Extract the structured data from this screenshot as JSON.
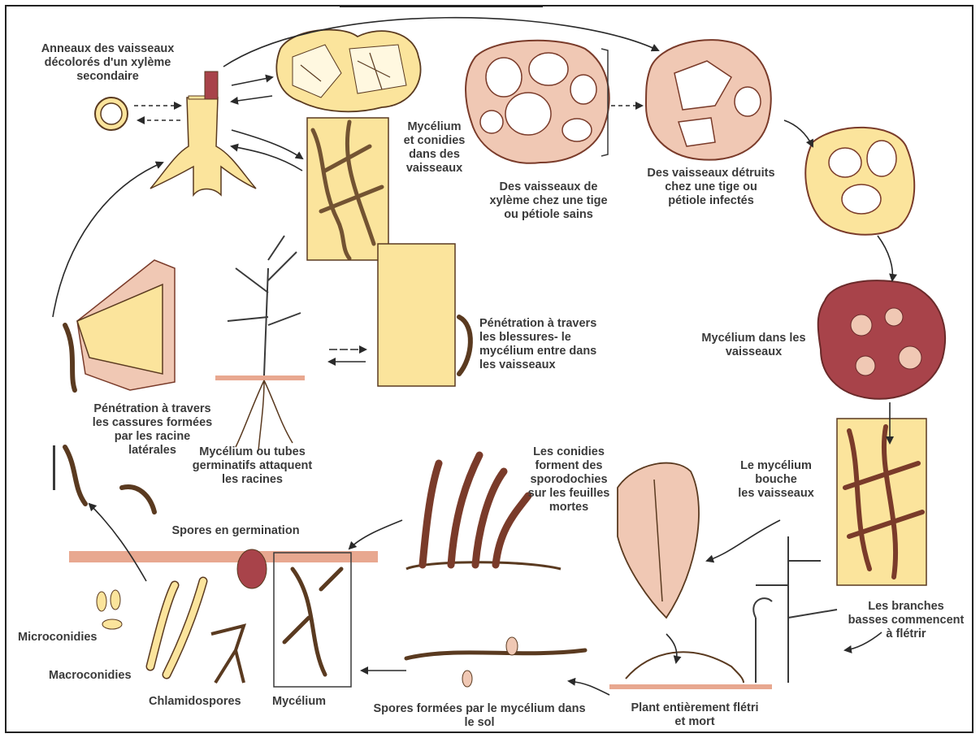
{
  "colors": {
    "cell_fill": "#f0c8b4",
    "cell_stroke": "#7a3b2a",
    "infected_fill": "#a8434a",
    "stem_fill": "#fbe49c",
    "soil": "#e8a890",
    "ink": "#3a3a3a"
  },
  "labels": {
    "rings": "Anneaux des vaisseaux\ndécolorés d'un xylème\nsecondaire",
    "mycelium_conidia_vessels": "Mycélium\net conidies\ndans des\nvaisseaux",
    "healthy_xylem": "Des vaisseaux de\nxylème chez une tige\nou pétiole sains",
    "destroyed_vessels": "Des vaisseaux détruits\nchez une tige ou\npétiole infectés",
    "mycelium_in_vessels": "Mycélium dans les\nvaisseaux",
    "wound_penetration": "Pénétration à travers\nles blessures- le\nmycélium entre dans\nles vaisseaux",
    "crack_penetration": "Pénétration à travers\nles cassures formées\npar les racine\nlatérales",
    "mycelium_germ_tubes": "Mycélium ou tubes\ngerminatifs attaquent\nles racines",
    "conidia_sporodochia": "Les conidies\nforment des\nsporodochies\nsur les feuilles\nmortes",
    "mycelium_blocks": "Le mycélium\nbouche\nles vaisseaux",
    "germinating_spores": "Spores en germination",
    "lower_branches": "Les branches\nbasses commencent\nà flétrir",
    "microconidia": "Microconidies",
    "macroconidia": "Macroconidies",
    "chlamydospores": "Chlamidospores",
    "mycelium": "Mycélium",
    "spores_soil": "Spores formées par le mycélium dans\nle sol",
    "plant_dead": "Plant entièrement flétri\net mort"
  }
}
